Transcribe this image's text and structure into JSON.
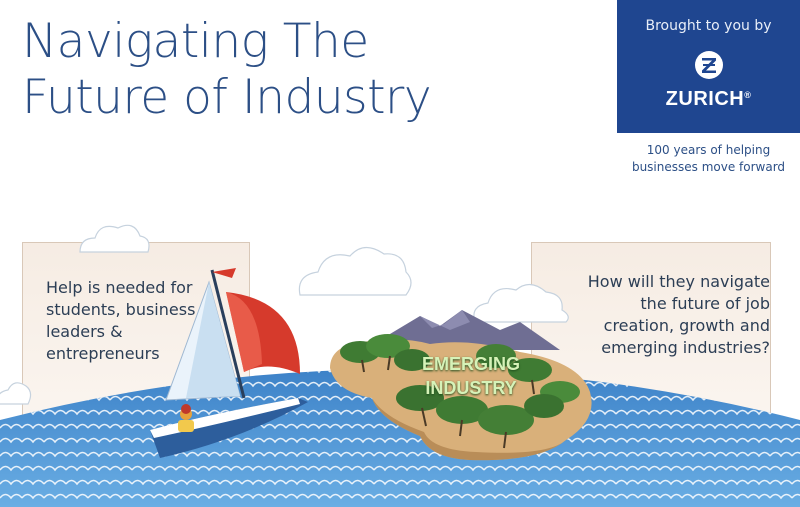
{
  "header": {
    "title_line1": "Navigating The",
    "title_line2": "Future of Industry"
  },
  "sponsor": {
    "brought_by": "Brought to you by",
    "brand_name": "ZURICH",
    "registered_mark": "®",
    "tagline_line1": "100 years of helping",
    "tagline_line2": "businesses move forward",
    "logo_icon": "zurich-z-logo-icon"
  },
  "left_panel": {
    "lines": [
      "Help is needed for",
      "students, business",
      "leaders &",
      "entrepreneurs"
    ]
  },
  "right_panel": {
    "lines": [
      "How will they navigate",
      "the future of job",
      "creation, growth and",
      "emerging industries?"
    ]
  },
  "island": {
    "label_line1": "EMERGING",
    "label_line2": "INDUSTRY"
  },
  "colors": {
    "title": "#2c4f86",
    "brand_box": "#1f4690",
    "sea": "#4a8fd0",
    "island_green": "#3f7b33",
    "sail_red": "#d63a2c"
  }
}
